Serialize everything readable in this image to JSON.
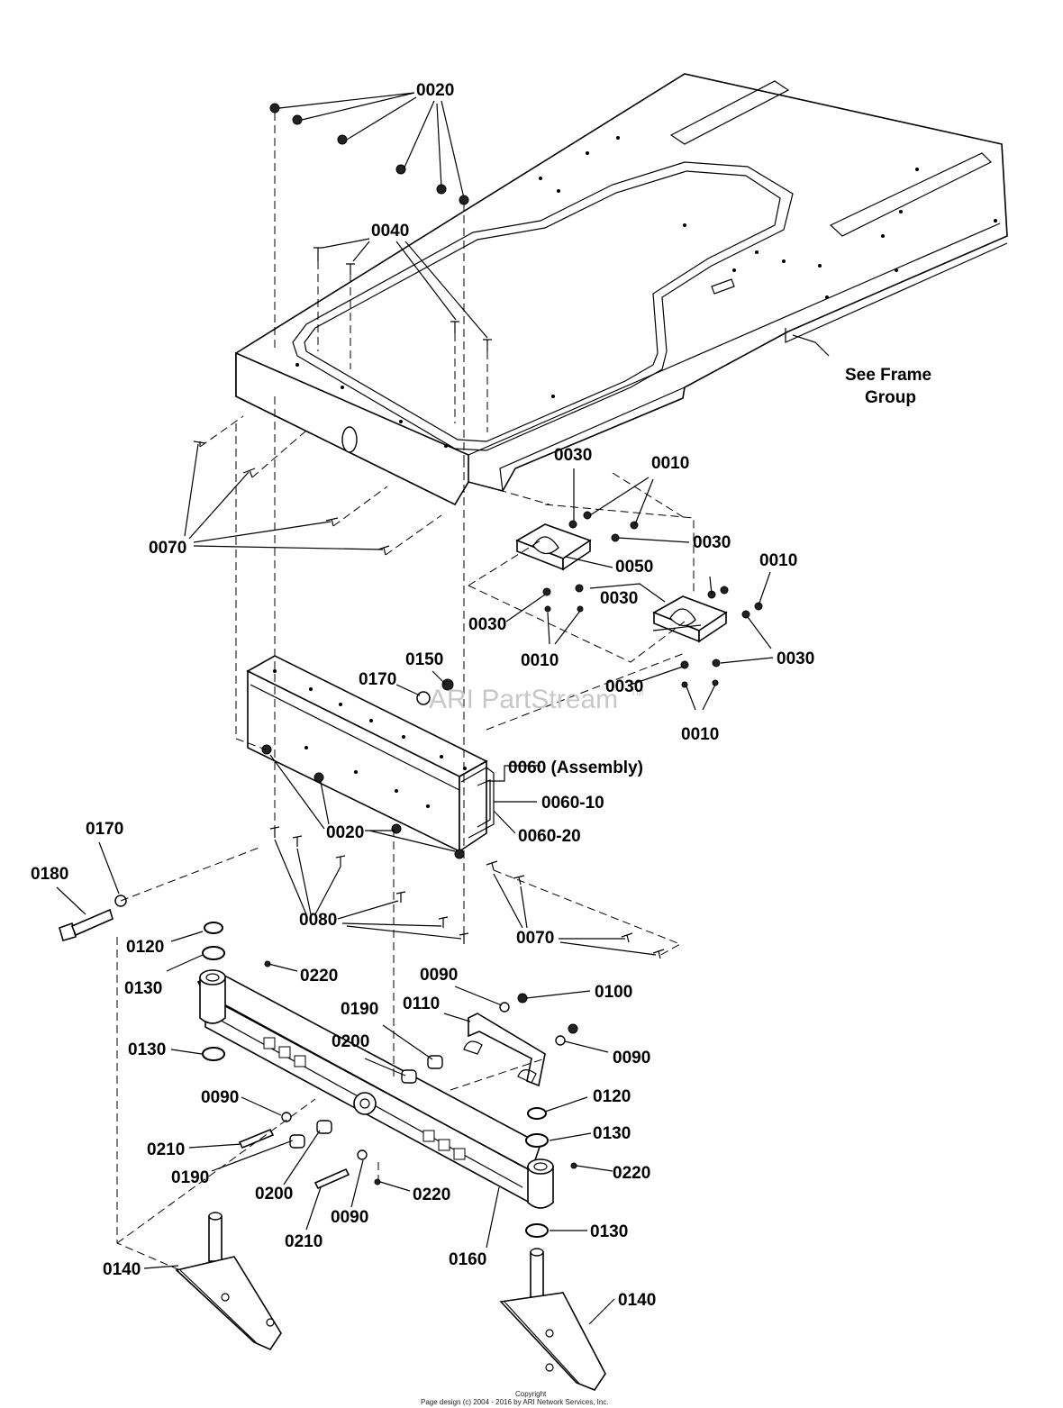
{
  "diagram": {
    "watermark": "ARI PartStream",
    "watermark_tm": "TM",
    "footer_copyright": "Copyright",
    "footer_design": "Page design (c) 2004 - 2016 by ARI Network Services, Inc.",
    "note_see_frame": "See Frame",
    "note_group": "Group",
    "callouts": [
      {
        "id": "c0020a",
        "text": "0020"
      },
      {
        "id": "c0040",
        "text": "0040"
      },
      {
        "id": "c0070a",
        "text": "0070"
      },
      {
        "id": "c0030a",
        "text": "0030"
      },
      {
        "id": "c0010a",
        "text": "0010"
      },
      {
        "id": "c0030b",
        "text": "0030"
      },
      {
        "id": "c0050",
        "text": "0050"
      },
      {
        "id": "c0010b",
        "text": "0010"
      },
      {
        "id": "c0030c",
        "text": "0030"
      },
      {
        "id": "c0030d",
        "text": "0030"
      },
      {
        "id": "c0010c",
        "text": "0010"
      },
      {
        "id": "c0030e",
        "text": "0030"
      },
      {
        "id": "c0030f",
        "text": "0030"
      },
      {
        "id": "c0010d",
        "text": "0010"
      },
      {
        "id": "c0150",
        "text": "0150"
      },
      {
        "id": "c0170a",
        "text": "0170"
      },
      {
        "id": "c0060",
        "text": "0060 (Assembly)"
      },
      {
        "id": "c0060_10",
        "text": "0060-10"
      },
      {
        "id": "c0060_20",
        "text": "0060-20"
      },
      {
        "id": "c0020b",
        "text": "0020"
      },
      {
        "id": "c0170b",
        "text": "0170"
      },
      {
        "id": "c0180",
        "text": "0180"
      },
      {
        "id": "c0080",
        "text": "0080"
      },
      {
        "id": "c0070b",
        "text": "0070"
      },
      {
        "id": "c0120a",
        "text": "0120"
      },
      {
        "id": "c0130a",
        "text": "0130"
      },
      {
        "id": "c0220a",
        "text": "0220"
      },
      {
        "id": "c0090a",
        "text": "0090"
      },
      {
        "id": "c0100",
        "text": "0100"
      },
      {
        "id": "c0190a",
        "text": "0190"
      },
      {
        "id": "c0110",
        "text": "0110"
      },
      {
        "id": "c0090b",
        "text": "0090"
      },
      {
        "id": "c0200a",
        "text": "0200"
      },
      {
        "id": "c0130b",
        "text": "0130"
      },
      {
        "id": "c0090c",
        "text": "0090"
      },
      {
        "id": "c0120b",
        "text": "0120"
      },
      {
        "id": "c0130c",
        "text": "0130"
      },
      {
        "id": "c0210a",
        "text": "0210"
      },
      {
        "id": "c0190b",
        "text": "0190"
      },
      {
        "id": "c0220b",
        "text": "0220"
      },
      {
        "id": "c0200b",
        "text": "0200"
      },
      {
        "id": "c0220c",
        "text": "0220"
      },
      {
        "id": "c0090d",
        "text": "0090"
      },
      {
        "id": "c0210b",
        "text": "0210"
      },
      {
        "id": "c0130d",
        "text": "0130"
      },
      {
        "id": "c0160",
        "text": "0160"
      },
      {
        "id": "c0140a",
        "text": "0140"
      },
      {
        "id": "c0140b",
        "text": "0140"
      }
    ]
  }
}
